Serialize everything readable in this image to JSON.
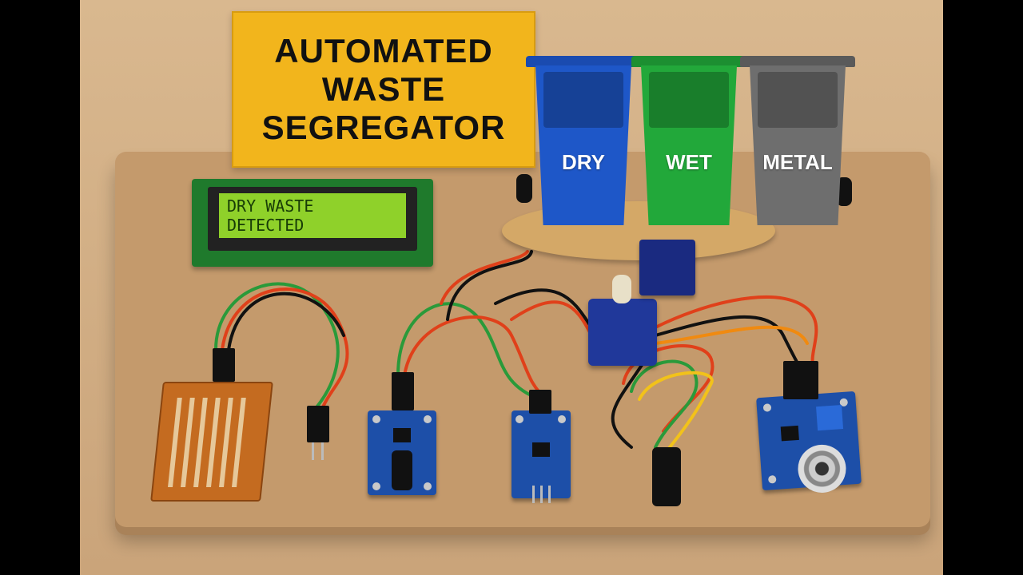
{
  "sign": {
    "line1": "AUTOMATED",
    "line2": "WASTE",
    "line3": "SEGREGATOR"
  },
  "lcd": {
    "line1": "DRY WASTE",
    "line2": "DETECTED"
  },
  "bins": [
    {
      "label": "DRY",
      "color": "#1e57c8",
      "lid": "#1a4bb0"
    },
    {
      "label": "WET",
      "color": "#22a83a",
      "lid": "#1c8f31"
    },
    {
      "label": "METAL",
      "color": "#6e6e6e",
      "lid": "#5a5a5a"
    }
  ]
}
